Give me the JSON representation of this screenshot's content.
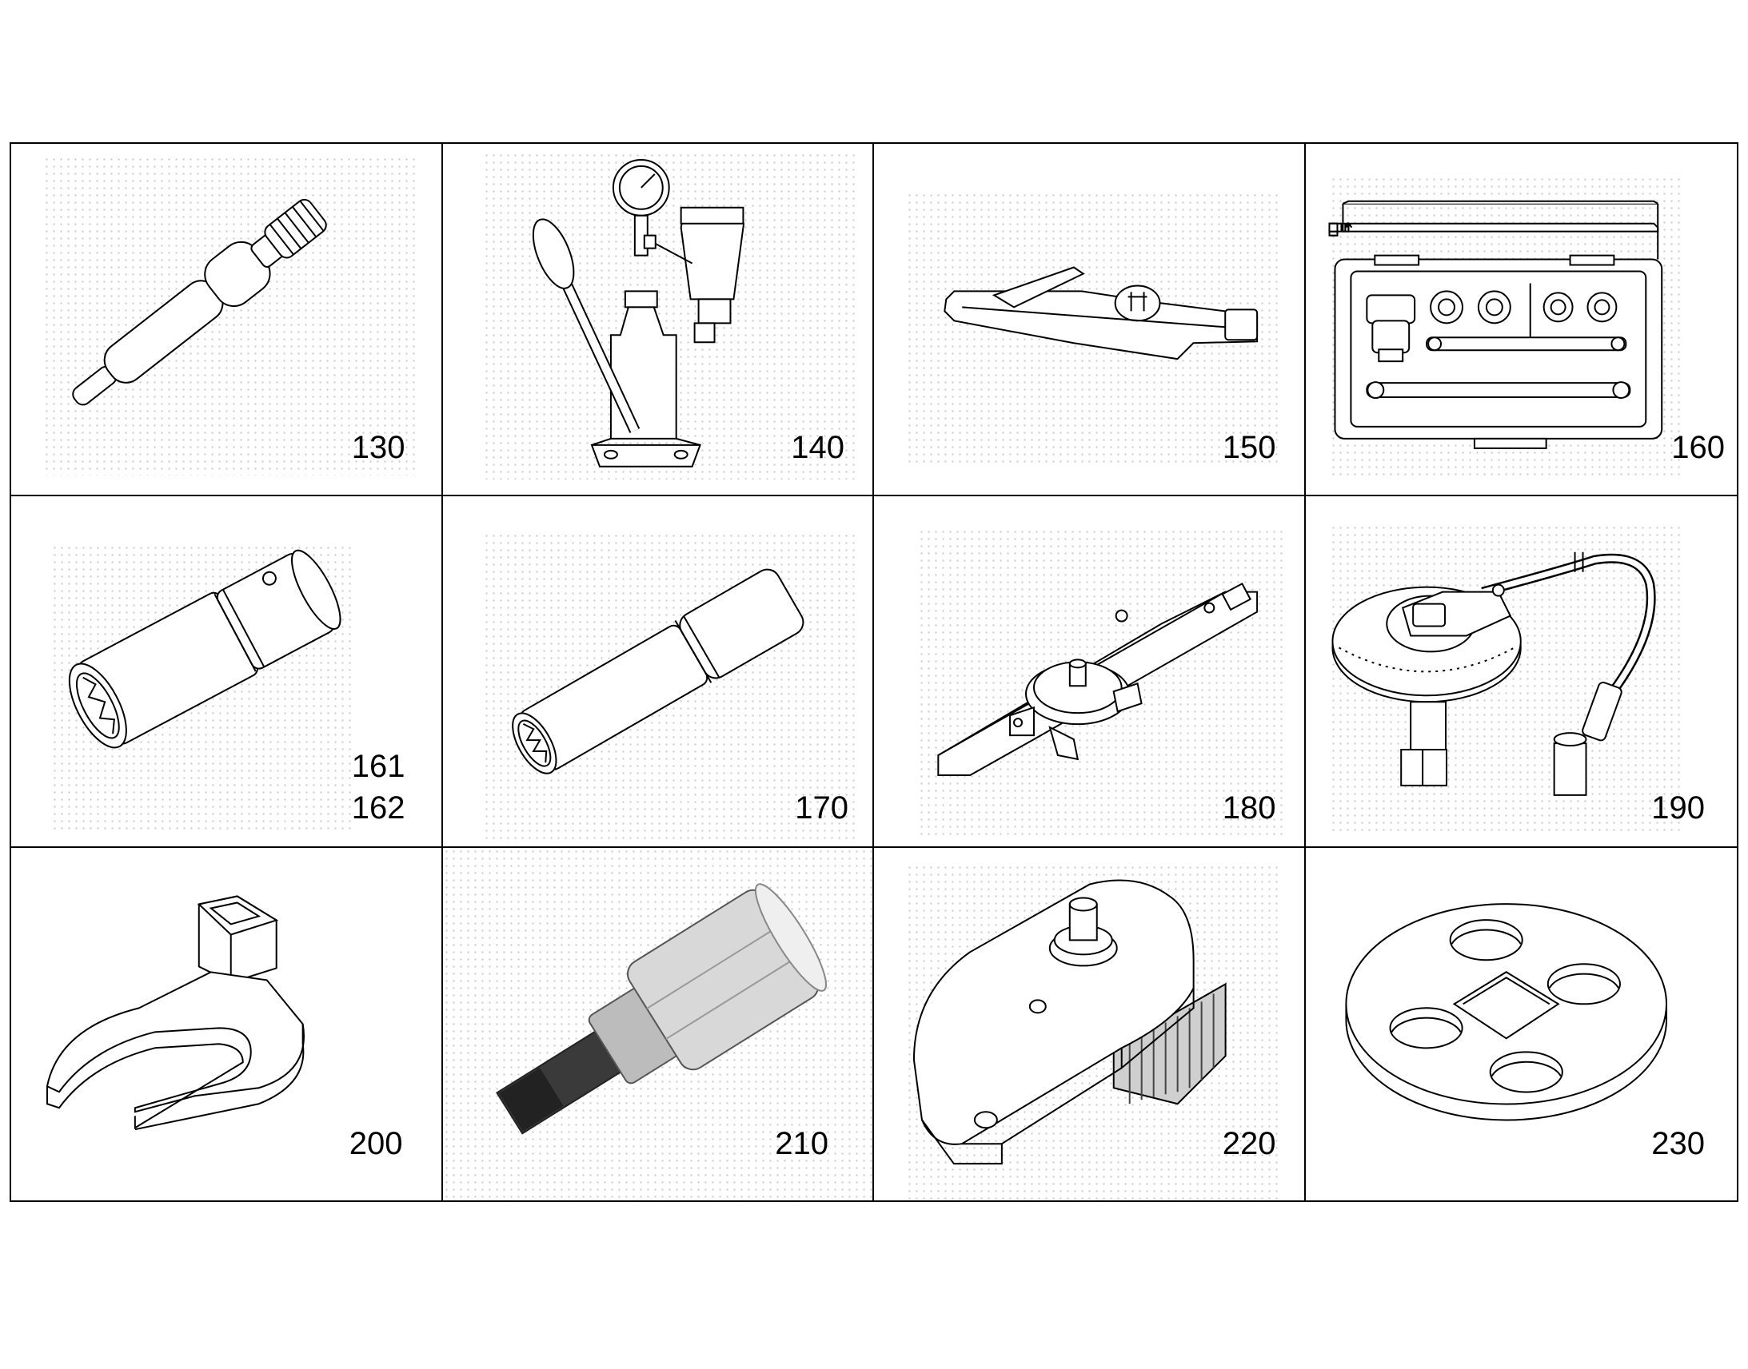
{
  "parts": [
    {
      "id": "p130",
      "icon": "extension-bar-icon",
      "numbers": [
        "130"
      ]
    },
    {
      "id": "p140",
      "icon": "nozzle-tester-icon",
      "numbers": [
        "140"
      ]
    },
    {
      "id": "p150",
      "icon": "torque-wrench-icon",
      "numbers": [
        "150"
      ]
    },
    {
      "id": "p160",
      "icon": "socket-set-case-icon",
      "numbers": [
        "160"
      ]
    },
    {
      "id": "p161",
      "icon": "deep-socket-icon",
      "numbers": [
        "161",
        "162"
      ]
    },
    {
      "id": "p170",
      "icon": "long-socket-icon",
      "numbers": [
        "170"
      ]
    },
    {
      "id": "p180",
      "icon": "dial-torque-wrench-icon",
      "numbers": [
        "180"
      ]
    },
    {
      "id": "p190",
      "icon": "angle-gauge-icon",
      "numbers": [
        "190"
      ]
    },
    {
      "id": "p200",
      "icon": "crowfoot-wrench-icon",
      "numbers": [
        "200"
      ]
    },
    {
      "id": "p210",
      "icon": "hex-bit-socket-icon",
      "numbers": [
        "210"
      ]
    },
    {
      "id": "p220",
      "icon": "gear-turning-tool-icon",
      "numbers": [
        "220"
      ]
    },
    {
      "id": "p230",
      "icon": "spanner-plate-icon",
      "numbers": [
        "230"
      ]
    }
  ]
}
